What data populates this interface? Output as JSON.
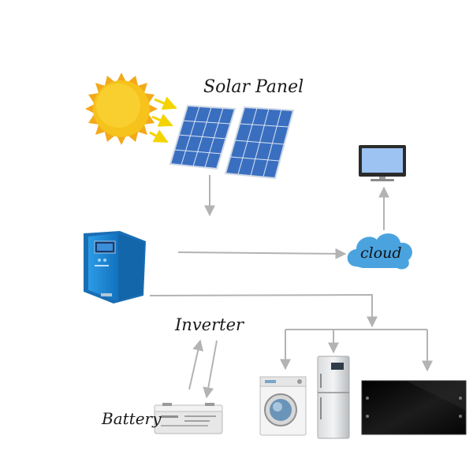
{
  "labels": {
    "solar_panel": "Solar Panel",
    "inverter": "Inverter",
    "battery": "Battery",
    "cloud": "cloud"
  },
  "colors": {
    "sun": "#f6c21c",
    "sun_rays": "#f4d400",
    "panel": "#3a6fc0",
    "inverter_body": "#1e8ad6",
    "cloud": "#4aa3df",
    "connector_arrows": "#b3b3b3",
    "tv_screen": "#0d0d0d",
    "monitor_screen": "#9cc3f2"
  },
  "icons": [
    "sun-icon",
    "solar-panel-icon",
    "inverter-icon",
    "cloud-icon",
    "monitor-icon",
    "battery-icon",
    "washing-machine-icon",
    "refrigerator-icon",
    "tv-icon"
  ]
}
